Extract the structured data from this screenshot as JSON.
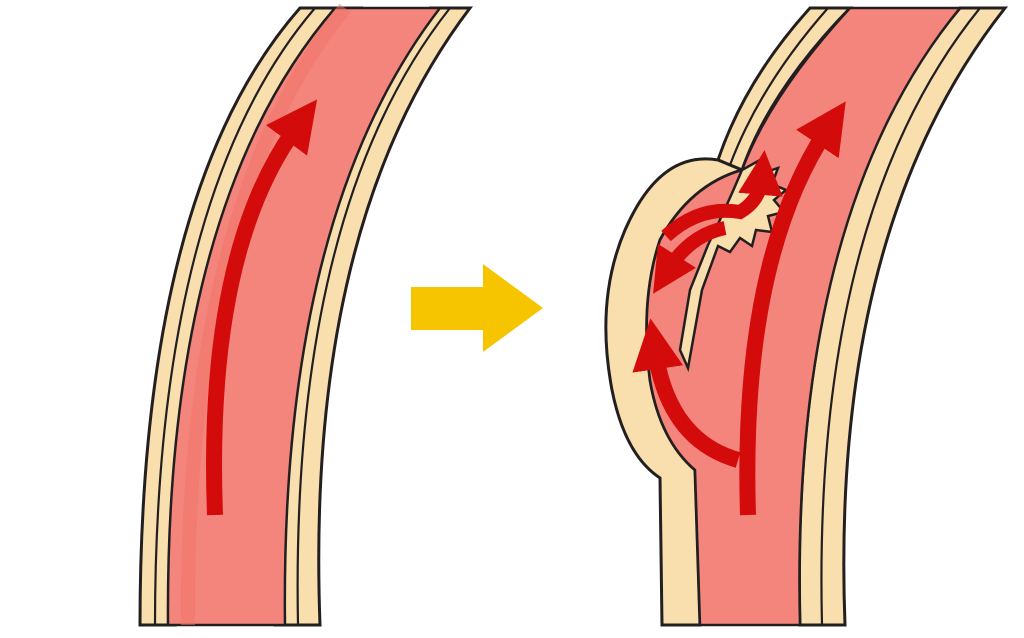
{
  "diagram": {
    "panels": [
      {
        "id": "healthy-artery",
        "flow": "single-upward-flow"
      },
      {
        "id": "dissected-artery",
        "flow": "split-flow-into-false-lumen"
      }
    ],
    "transition": {
      "icon": "right-arrow-icon"
    },
    "colors": {
      "background": "#ffffff",
      "outline": "#231f20",
      "wall": "#f9dfae",
      "lumen": "#f4857c",
      "lumen_shade": "#ef7468",
      "flow_arrow": "#d40b0b",
      "transition_arrow": "#f7c400"
    }
  }
}
